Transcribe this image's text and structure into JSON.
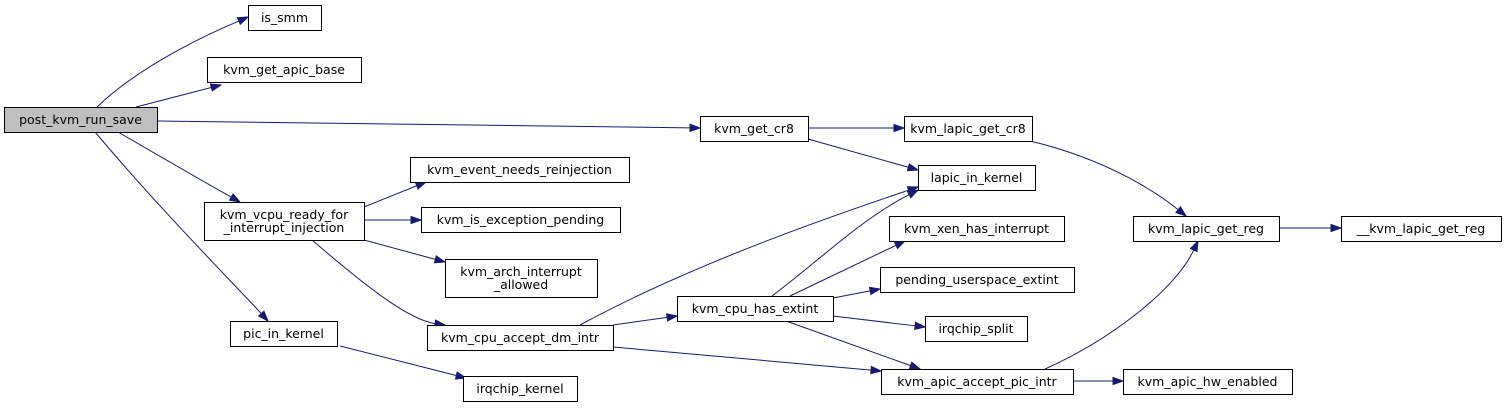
{
  "graph": {
    "title": "",
    "colors": {
      "edge": "#191970",
      "root_fill": "#bfbfbf",
      "node_fill": "#ffffff",
      "node_border": "#000000"
    },
    "nodes": [
      {
        "id": "post_kvm_run_save",
        "lines": [
          "post_kvm_run_save"
        ],
        "root": true
      },
      {
        "id": "is_smm",
        "lines": [
          "is_smm"
        ]
      },
      {
        "id": "kvm_get_apic_base",
        "lines": [
          "kvm_get_apic_base"
        ]
      },
      {
        "id": "kvm_vcpu_ready_for_interrupt_injection",
        "lines": [
          "kvm_vcpu_ready_for",
          "_interrupt_injection"
        ]
      },
      {
        "id": "pic_in_kernel",
        "lines": [
          "pic_in_kernel"
        ]
      },
      {
        "id": "kvm_event_needs_reinjection",
        "lines": [
          "kvm_event_needs_reinjection"
        ]
      },
      {
        "id": "kvm_is_exception_pending",
        "lines": [
          "kvm_is_exception_pending"
        ]
      },
      {
        "id": "kvm_arch_interrupt_allowed",
        "lines": [
          "kvm_arch_interrupt",
          "_allowed"
        ]
      },
      {
        "id": "kvm_cpu_accept_dm_intr",
        "lines": [
          "kvm_cpu_accept_dm_intr"
        ]
      },
      {
        "id": "irqchip_kernel",
        "lines": [
          "irqchip_kernel"
        ]
      },
      {
        "id": "kvm_get_cr8",
        "lines": [
          "kvm_get_cr8"
        ]
      },
      {
        "id": "kvm_cpu_has_extint",
        "lines": [
          "kvm_cpu_has_extint"
        ]
      },
      {
        "id": "kvm_lapic_get_cr8",
        "lines": [
          "kvm_lapic_get_cr8"
        ]
      },
      {
        "id": "lapic_in_kernel",
        "lines": [
          "lapic_in_kernel"
        ]
      },
      {
        "id": "kvm_xen_has_interrupt",
        "lines": [
          "kvm_xen_has_interrupt"
        ]
      },
      {
        "id": "pending_userspace_extint",
        "lines": [
          "pending_userspace_extint"
        ]
      },
      {
        "id": "irqchip_split",
        "lines": [
          "irqchip_split"
        ]
      },
      {
        "id": "kvm_apic_accept_pic_intr",
        "lines": [
          "kvm_apic_accept_pic_intr"
        ]
      },
      {
        "id": "kvm_lapic_get_reg",
        "lines": [
          "kvm_lapic_get_reg"
        ]
      },
      {
        "id": "__kvm_lapic_get_reg",
        "lines": [
          "__kvm_lapic_get_reg"
        ]
      },
      {
        "id": "kvm_apic_hw_enabled",
        "lines": [
          "kvm_apic_hw_enabled"
        ]
      }
    ],
    "edges": [
      {
        "from": "post_kvm_run_save",
        "to": "is_smm"
      },
      {
        "from": "post_kvm_run_save",
        "to": "kvm_get_apic_base"
      },
      {
        "from": "post_kvm_run_save",
        "to": "kvm_get_cr8"
      },
      {
        "from": "post_kvm_run_save",
        "to": "kvm_vcpu_ready_for_interrupt_injection"
      },
      {
        "from": "post_kvm_run_save",
        "to": "pic_in_kernel"
      },
      {
        "from": "kvm_vcpu_ready_for_interrupt_injection",
        "to": "kvm_event_needs_reinjection"
      },
      {
        "from": "kvm_vcpu_ready_for_interrupt_injection",
        "to": "kvm_is_exception_pending"
      },
      {
        "from": "kvm_vcpu_ready_for_interrupt_injection",
        "to": "kvm_arch_interrupt_allowed"
      },
      {
        "from": "kvm_vcpu_ready_for_interrupt_injection",
        "to": "kvm_cpu_accept_dm_intr"
      },
      {
        "from": "pic_in_kernel",
        "to": "irqchip_kernel"
      },
      {
        "from": "kvm_get_cr8",
        "to": "kvm_lapic_get_cr8"
      },
      {
        "from": "kvm_get_cr8",
        "to": "lapic_in_kernel"
      },
      {
        "from": "kvm_lapic_get_cr8",
        "to": "kvm_lapic_get_reg"
      },
      {
        "from": "kvm_cpu_accept_dm_intr",
        "to": "lapic_in_kernel"
      },
      {
        "from": "kvm_cpu_accept_dm_intr",
        "to": "kvm_cpu_has_extint"
      },
      {
        "from": "kvm_cpu_accept_dm_intr",
        "to": "kvm_apic_accept_pic_intr"
      },
      {
        "from": "kvm_cpu_has_extint",
        "to": "lapic_in_kernel"
      },
      {
        "from": "kvm_cpu_has_extint",
        "to": "kvm_xen_has_interrupt"
      },
      {
        "from": "kvm_cpu_has_extint",
        "to": "pending_userspace_extint"
      },
      {
        "from": "kvm_cpu_has_extint",
        "to": "irqchip_split"
      },
      {
        "from": "kvm_cpu_has_extint",
        "to": "kvm_apic_accept_pic_intr"
      },
      {
        "from": "kvm_apic_accept_pic_intr",
        "to": "kvm_lapic_get_reg"
      },
      {
        "from": "kvm_apic_accept_pic_intr",
        "to": "kvm_apic_hw_enabled"
      },
      {
        "from": "kvm_lapic_get_reg",
        "to": "__kvm_lapic_get_reg"
      }
    ]
  }
}
